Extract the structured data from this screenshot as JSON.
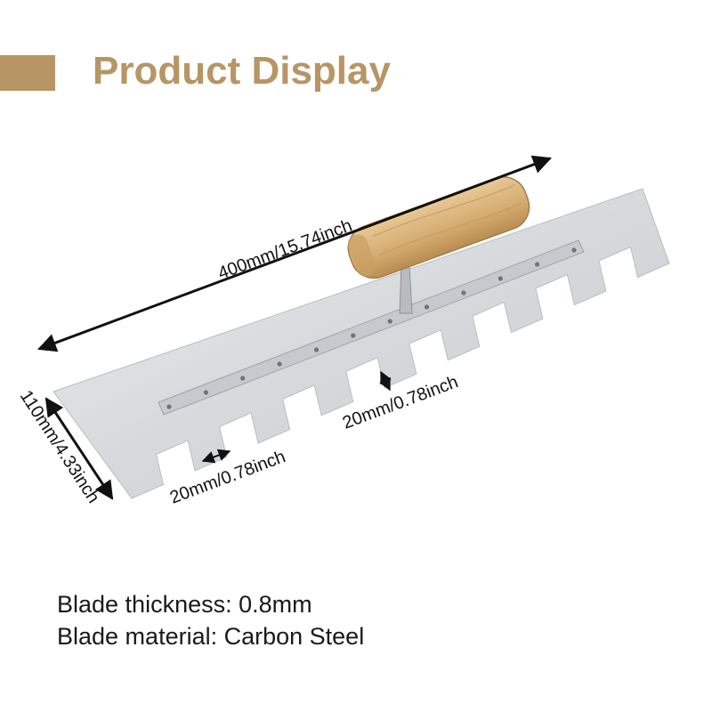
{
  "header": {
    "title": "Product Display",
    "accent_color": "#b79565"
  },
  "dimensions": {
    "length": "400mm/15.74inch",
    "width": "110mm/4.33inch",
    "tooth_gap": "20mm/0.78inch",
    "tooth_width": "20mm/0.78inch"
  },
  "specs": {
    "thickness": "Blade thickness: 0.8mm",
    "material": "Blade material: Carbon Steel"
  },
  "colors": {
    "blade": "#d9dbde",
    "handle": "#d9b47e",
    "rail": "#c8ccd1"
  }
}
